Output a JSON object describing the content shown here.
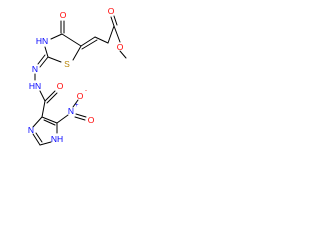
{
  "structure": {
    "atoms": [
      {
        "key": "o_ketone",
        "text": "O",
        "color": "#ff0000"
      },
      {
        "key": "nh_ring",
        "text": "HN",
        "color": "#0000ff"
      },
      {
        "key": "s_ring",
        "text": "S",
        "color": "#b8860b"
      },
      {
        "key": "n_imine",
        "text": "N",
        "color": "#0000ff"
      },
      {
        "key": "hn_hydrazide",
        "text": "HN",
        "color": "#0000ff"
      },
      {
        "key": "o_ester_carbonyl",
        "text": "O",
        "color": "#ff0000"
      },
      {
        "key": "o_ester",
        "text": "O",
        "color": "#ff0000"
      },
      {
        "key": "o_amide",
        "text": "O",
        "color": "#ff0000"
      },
      {
        "key": "o_nitro_minus",
        "text": "O",
        "color": "#ff0000"
      },
      {
        "key": "o_nitro_double",
        "text": "O",
        "color": "#ff0000"
      },
      {
        "key": "n_nitro",
        "text": "N",
        "color": "#0000ff"
      },
      {
        "key": "n_imidazole",
        "text": "N",
        "color": "#0000ff"
      },
      {
        "key": "nh_imidazole",
        "text": "NH",
        "color": "#0000ff"
      }
    ],
    "charges": {
      "minus": {
        "text": "-",
        "color": "#ff0000"
      },
      "plus": {
        "text": "+",
        "color": "#0000ff"
      }
    }
  }
}
